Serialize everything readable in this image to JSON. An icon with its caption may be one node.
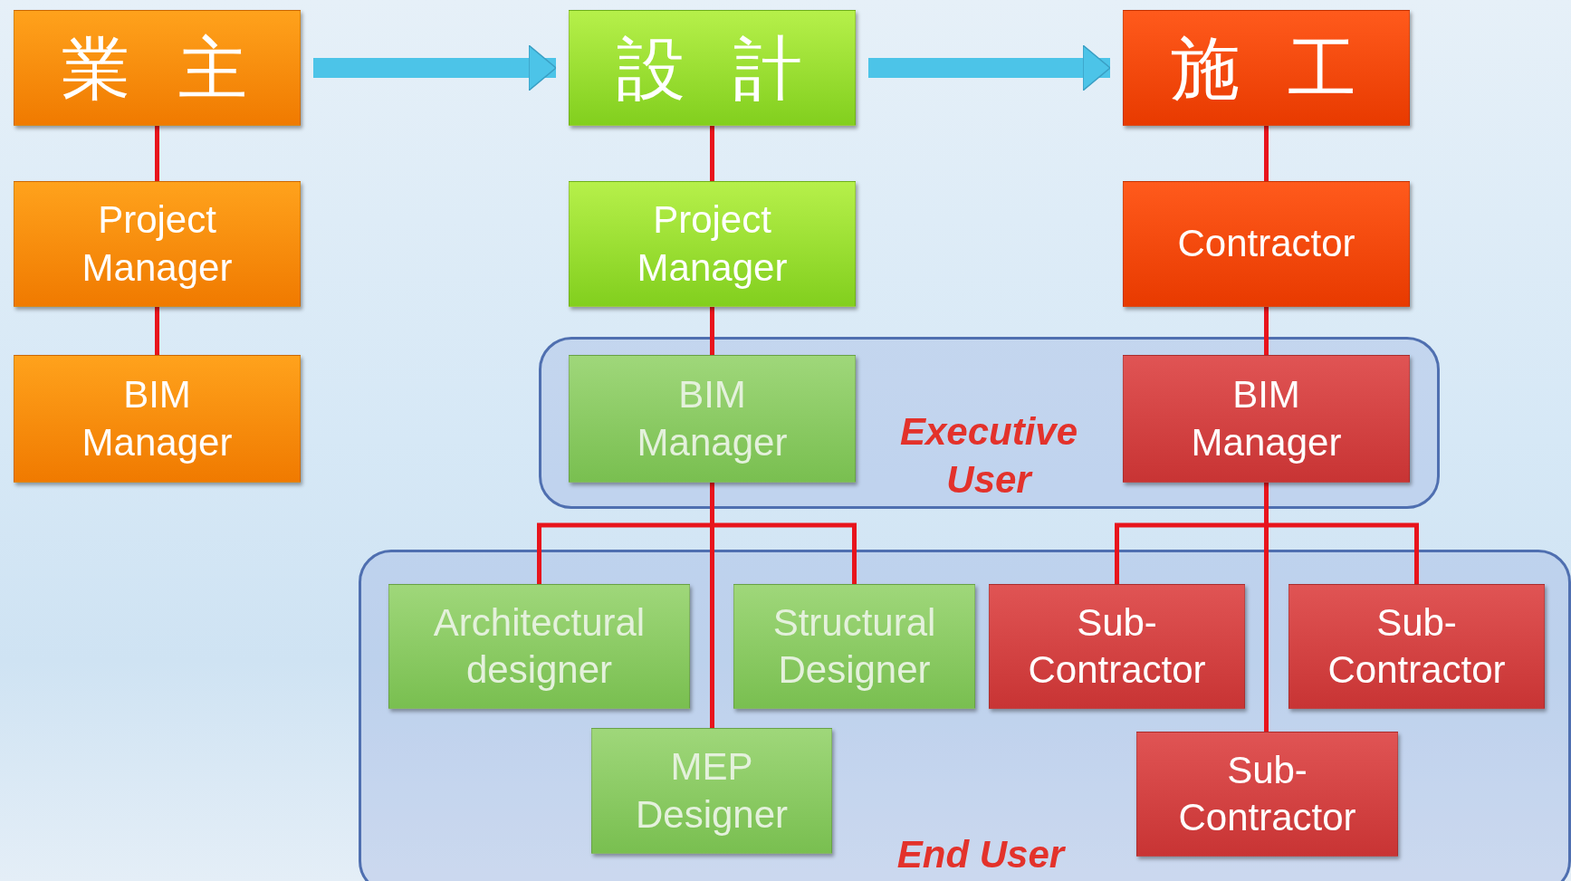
{
  "diagram": {
    "nodes": [
      {
        "text": [
          "業主"
        ]
      },
      {
        "text": [
          "設計"
        ]
      },
      {
        "text": [
          "施工"
        ]
      },
      {
        "text": [
          "Project Manager"
        ]
      },
      {
        "text": [
          "BIM Manager"
        ]
      },
      {
        "text": [
          "Project Manager"
        ]
      },
      {
        "text": [
          "Contractor"
        ]
      },
      {
        "text": [
          "Executive User"
        ]
      },
      {
        "text": [
          "BIM Manager"
        ],
        "in": 7
      },
      {
        "text": [
          "BIM Manager"
        ],
        "in": 7
      },
      {
        "text": [
          "End User"
        ]
      },
      {
        "text": [
          "Architectural designer"
        ],
        "in": 10
      },
      {
        "text": [
          "Structural Designer"
        ],
        "in": 10
      },
      {
        "text": [
          "Sub-Contractor"
        ],
        "in": 10
      },
      {
        "text": [
          "Sub-Contractor"
        ],
        "in": 10
      },
      {
        "text": [
          "MEP Designer"
        ],
        "in": 10
      },
      {
        "text": [
          "Sub-Contractor"
        ],
        "in": 10
      }
    ],
    "edges": [
      {
        "from": 0,
        "to": 1,
        "arrow": "to",
        "style": "thick",
        "color": "#4cc4e8"
      },
      {
        "from": 1,
        "to": 2,
        "arrow": "to",
        "style": "thick",
        "color": "#4cc4e8"
      },
      {
        "from": 0,
        "to": 3,
        "arrow": "none"
      },
      {
        "from": 3,
        "to": 4,
        "arrow": "none"
      },
      {
        "from": 1,
        "to": 5,
        "arrow": "none"
      },
      {
        "from": 5,
        "to": 8,
        "arrow": "none"
      },
      {
        "from": 2,
        "to": 6,
        "arrow": "none"
      },
      {
        "from": 6,
        "to": 9,
        "arrow": "none"
      },
      {
        "from": 8,
        "to": 11,
        "arrow": "none"
      },
      {
        "from": 8,
        "to": 12,
        "arrow": "none"
      },
      {
        "from": 8,
        "to": 15,
        "arrow": "none"
      },
      {
        "from": 9,
        "to": 13,
        "arrow": "none"
      },
      {
        "from": 9,
        "to": 14,
        "arrow": "none"
      },
      {
        "from": 9,
        "to": 16,
        "arrow": "none"
      }
    ]
  }
}
